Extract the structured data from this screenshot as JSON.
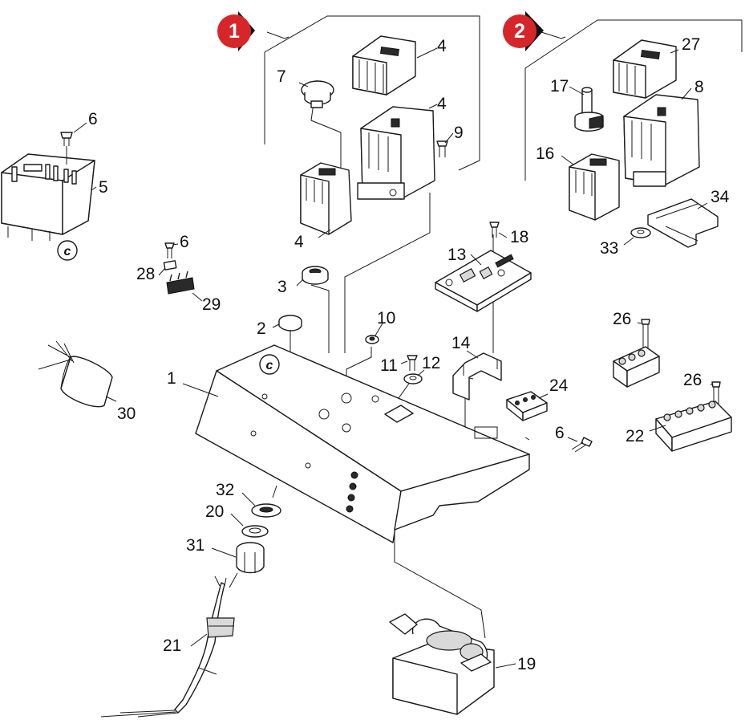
{
  "markers": [
    {
      "id": "marker-1",
      "number": "1",
      "color": "#d7262a"
    },
    {
      "id": "marker-2",
      "number": "2",
      "color": "#d7262a"
    }
  ],
  "callouts": {
    "c1": "1",
    "c2": "2",
    "c3": "3",
    "c4a": "4",
    "c4b": "4",
    "c4c": "4",
    "c5": "5",
    "c6a": "6",
    "c6b": "6",
    "c6c": "6",
    "c7": "7",
    "c8": "8",
    "c9": "9",
    "c10": "10",
    "c11": "11",
    "c12": "12",
    "c13": "13",
    "c14": "14",
    "c16": "16",
    "c17": "17",
    "c18": "18",
    "c19": "19",
    "c20": "20",
    "c21": "21",
    "c22": "22",
    "c24": "24",
    "c26a": "26",
    "c26b": "26",
    "c27": "27",
    "c28": "28",
    "c29": "29",
    "c30": "30",
    "c31": "31",
    "c32": "32",
    "c33": "33",
    "c34": "34"
  },
  "cert_marks": {
    "mark_a": "c",
    "mark_b": "c"
  }
}
